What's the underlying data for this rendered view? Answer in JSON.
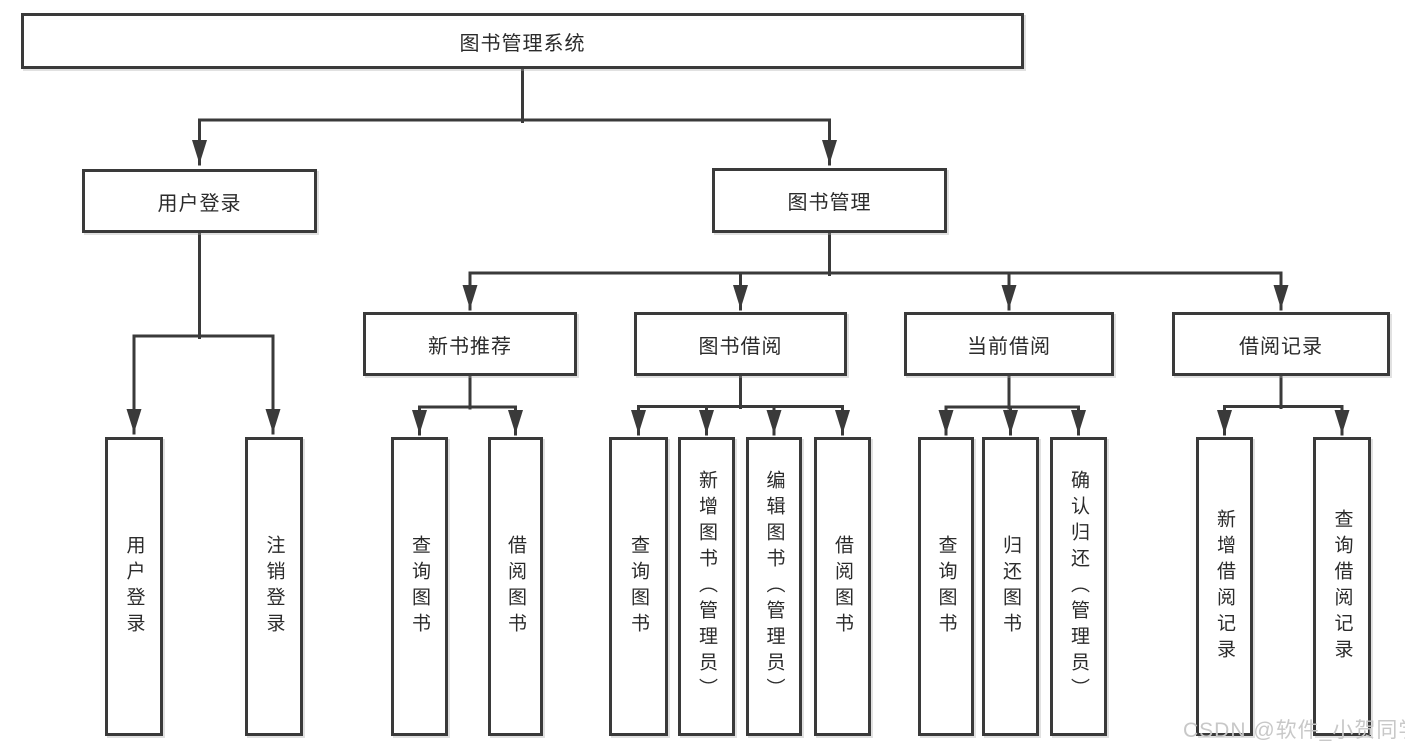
{
  "title": "图书管理系统",
  "watermark": "CSDN @软件_小贺同学",
  "colors": {
    "line": "#3a3a3a",
    "box_border": "#3a3a3a",
    "box_fill": "#ffffff",
    "text": "#2b2b2b",
    "background": "#ffffff",
    "watermark_text": "#c8c8c8"
  },
  "root": {
    "label": "图书管理系统"
  },
  "level2": {
    "user_login": {
      "label": "用户登录"
    },
    "book_mgmt": {
      "label": "图书管理"
    }
  },
  "level3": {
    "new_book_rec": {
      "label": "新书推荐"
    },
    "book_borrow": {
      "label": "图书借阅"
    },
    "current_borrow": {
      "label": "当前借阅"
    },
    "borrow_records": {
      "label": "借阅记录"
    }
  },
  "leaves": {
    "user_login": {
      "label": "用户登录",
      "parent": "用户登录"
    },
    "logout": {
      "label": "注销登录",
      "parent": "用户登录"
    },
    "query_books_rec": {
      "label": "查询图书",
      "parent": "新书推荐"
    },
    "borrow_books_rec": {
      "label": "借阅图书",
      "parent": "新书推荐"
    },
    "query_books_borrow": {
      "label": "查询图书",
      "parent": "图书借阅"
    },
    "add_books_admin": {
      "label": "新增图书（管理员）",
      "parent": "图书借阅"
    },
    "edit_books_admin": {
      "label": "编辑图书（管理员）",
      "parent": "图书借阅"
    },
    "borrow_books_borrow": {
      "label": "借阅图书",
      "parent": "图书借阅"
    },
    "query_books_current": {
      "label": "查询图书",
      "parent": "当前借阅"
    },
    "return_books": {
      "label": "归还图书",
      "parent": "当前借阅"
    },
    "confirm_return_admin": {
      "label": "确认归还（管理员）",
      "parent": "当前借阅"
    },
    "add_borrow_record": {
      "label": "新增借阅记录",
      "parent": "借阅记录"
    },
    "query_borrow_record": {
      "label": "查询借阅记录",
      "parent": "借阅记录"
    }
  }
}
